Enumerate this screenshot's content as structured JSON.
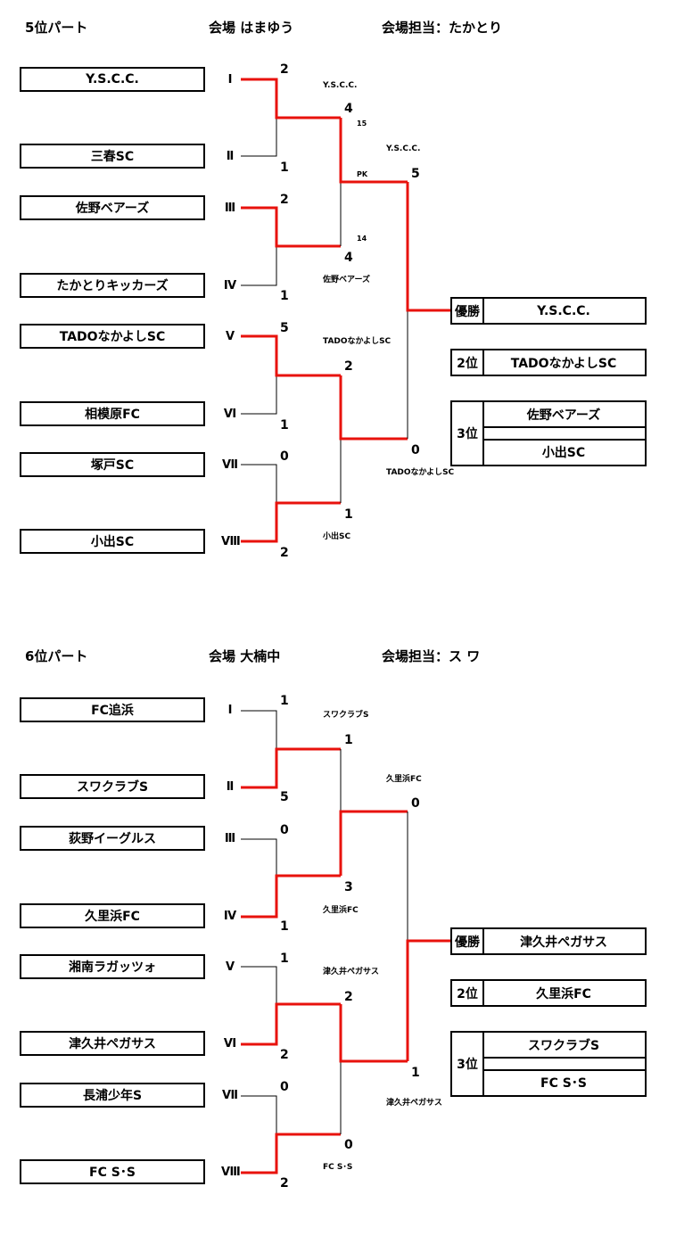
{
  "colors": {
    "winner_line": "#e8120c",
    "line": "#000000"
  },
  "sections": [
    {
      "title": "5位パート",
      "venue": "会場 はまゆう",
      "staff": "会場担当：たかとり",
      "seeds": [
        "Ⅰ",
        "Ⅱ",
        "Ⅲ",
        "Ⅳ",
        "Ⅴ",
        "Ⅵ",
        "Ⅶ",
        "Ⅷ"
      ],
      "teams": [
        "Y.S.C.C.",
        "三春SC",
        "佐野ベアーズ",
        "たかとりキッカーズ",
        "TADOなかよしSC",
        "相模原FC",
        "塚戸SC",
        "小出SC"
      ],
      "r1_scores": [
        "2",
        "1",
        "2",
        "1",
        "5",
        "1",
        "0",
        "2"
      ],
      "r1_winners": [
        "Y.S.C.C.",
        "佐野ベアーズ",
        "TADOなかよしSC",
        "小出SC"
      ],
      "r2_scores": [
        "4",
        "4",
        "2",
        "1"
      ],
      "pk": {
        "top": "15",
        "mid": "PK",
        "bottom": "14"
      },
      "final_winner_label": "Y.S.C.C.",
      "final_scores": [
        "5",
        "0"
      ],
      "final_loser_label": "TADOなかよしSC",
      "results": {
        "first_label": "優勝",
        "first": "Y.S.C.C.",
        "second_label": "2位",
        "second": "TADOなかよしSC",
        "third_label": "3位",
        "third": [
          "佐野ベアーズ",
          "小出SC"
        ]
      },
      "winners": {
        "r1": [
          0,
          0,
          0,
          1
        ],
        "r2": [
          0,
          0
        ],
        "final": 0
      }
    },
    {
      "title": "6位パート",
      "venue": "会場 大楠中",
      "staff": "会場担当：ス ワ",
      "seeds": [
        "Ⅰ",
        "Ⅱ",
        "Ⅲ",
        "Ⅳ",
        "Ⅴ",
        "Ⅵ",
        "Ⅶ",
        "Ⅷ"
      ],
      "teams": [
        "FC追浜",
        "スワクラブS",
        "荻野イーグルス",
        "久里浜FC",
        "湘南ラガッツォ",
        "津久井ペガサス",
        "長浦少年S",
        "FC S･S"
      ],
      "r1_scores": [
        "1",
        "5",
        "0",
        "1",
        "1",
        "2",
        "0",
        "2"
      ],
      "r1_winners": [
        "スワクラブS",
        "久里浜FC",
        "津久井ペガサス",
        "FC S･S"
      ],
      "r2_scores": [
        "1",
        "3",
        "2",
        "0"
      ],
      "final_winner_label": "久里浜FC",
      "final_scores": [
        "0",
        "1"
      ],
      "final_loser_label": "津久井ペガサス",
      "results": {
        "first_label": "優勝",
        "first": "津久井ペガサス",
        "second_label": "2位",
        "second": "久里浜FC",
        "third_label": "3位",
        "third": [
          "スワクラブS",
          "FC S･S"
        ]
      },
      "winners": {
        "r1": [
          1,
          1,
          1,
          1
        ],
        "r2": [
          1,
          0
        ],
        "final": 1
      }
    }
  ]
}
